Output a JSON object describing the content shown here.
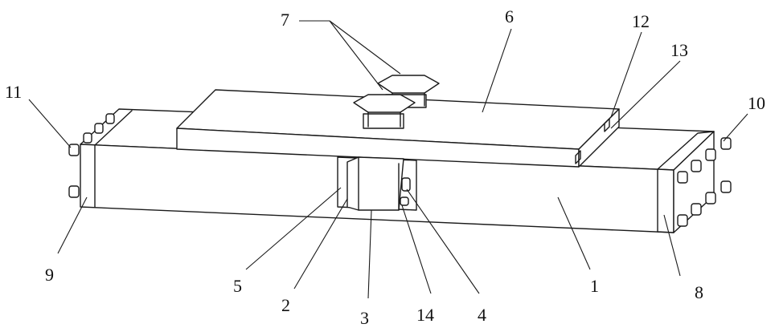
{
  "diagram": {
    "labels": [
      {
        "id": "1",
        "text": "1"
      },
      {
        "id": "2",
        "text": "2"
      },
      {
        "id": "3",
        "text": "3"
      },
      {
        "id": "4",
        "text": "4"
      },
      {
        "id": "5",
        "text": "5"
      },
      {
        "id": "6",
        "text": "6"
      },
      {
        "id": "7",
        "text": "7"
      },
      {
        "id": "8",
        "text": "8"
      },
      {
        "id": "9",
        "text": "9"
      },
      {
        "id": "10",
        "text": "10"
      },
      {
        "id": "11",
        "text": "11"
      },
      {
        "id": "12",
        "text": "12"
      },
      {
        "id": "13",
        "text": "13"
      },
      {
        "id": "14",
        "text": "14"
      }
    ]
  }
}
